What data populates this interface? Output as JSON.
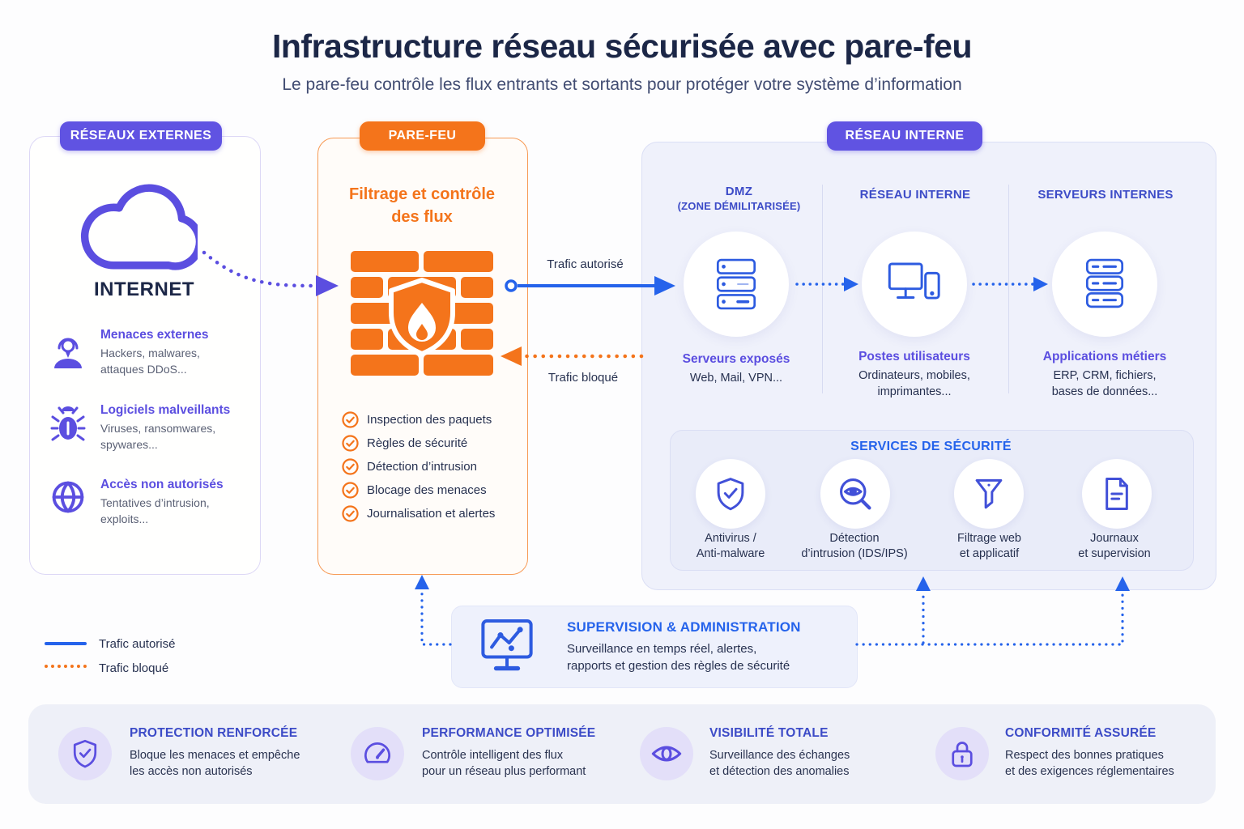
{
  "header": {
    "title": "Infrastructure réseau sécurisée avec pare-feu",
    "subtitle": "Le pare-feu contrôle les flux entrants et sortants pour protéger votre système d’information"
  },
  "external": {
    "badge": "RÉSEAUX EXTERNES",
    "internet_label": "INTERNET",
    "threats": [
      {
        "icon": "hacker-icon",
        "title": "Menaces externes",
        "desc": "Hackers, malwares,\nattaques DDoS..."
      },
      {
        "icon": "bug-icon",
        "title": "Logiciels malveillants",
        "desc": "Viruses, ransomwares,\nspywares..."
      },
      {
        "icon": "globe-icon",
        "title": "Accès non autorisés",
        "desc": "Tentatives d’intrusion,\nexploits..."
      }
    ]
  },
  "firewall": {
    "badge": "PARE-FEU",
    "title": "Filtrage et contrôle\ndes flux",
    "features": [
      "Inspection des paquets",
      "Règles de sécurité",
      "Détection d’intrusion",
      "Blocage des menaces",
      "Journalisation et alertes"
    ]
  },
  "flows": {
    "allowed": "Trafic autorisé",
    "blocked": "Trafic bloqué"
  },
  "internal": {
    "badge": "RÉSEAU INTERNE",
    "zones": [
      {
        "icon": "exposed-servers-icon",
        "header": "DMZ",
        "subheader": "(ZONE DÉMILITARISÉE)",
        "title": "Serveurs exposés",
        "desc": "Web, Mail, VPN..."
      },
      {
        "icon": "workstations-icon",
        "header": "RÉSEAU INTERNE",
        "subheader": "",
        "title": "Postes utilisateurs",
        "desc": "Ordinateurs, mobiles,\nimprimantes..."
      },
      {
        "icon": "internal-servers-icon",
        "header": "SERVEURS INTERNES",
        "subheader": "",
        "title": "Applications métiers",
        "desc": "ERP, CRM, fichiers,\nbases de données..."
      }
    ],
    "services": {
      "title": "SERVICES DE SÉCURITÉ",
      "items": [
        {
          "icon": "shield-check-icon",
          "label": "Antivirus /\nAnti-malware"
        },
        {
          "icon": "intrusion-detection-icon",
          "label": "Détection\nd’intrusion (IDS/IPS)"
        },
        {
          "icon": "web-filter-icon",
          "label": "Filtrage web\net applicatif"
        },
        {
          "icon": "logs-icon",
          "label": "Journaux\net supervision"
        }
      ]
    }
  },
  "supervision": {
    "title": "SUPERVISION & ADMINISTRATION",
    "desc": "Surveillance en temps réel, alertes,\nrapports et gestion des règles de sécurité"
  },
  "legend": {
    "allowed": "Trafic autorisé",
    "blocked": "Trafic bloqué"
  },
  "benefits": [
    {
      "icon": "shield-check-icon",
      "title": "PROTECTION RENFORCÉE",
      "desc": "Bloque les menaces et empêche\nles accès non autorisés"
    },
    {
      "icon": "gauge-icon",
      "title": "PERFORMANCE OPTIMISÉE",
      "desc": "Contrôle intelligent des flux\npour un réseau plus performant"
    },
    {
      "icon": "eye-icon",
      "title": "VISIBILITÉ TOTALE",
      "desc": "Surveillance des échanges\net détection des anomalies"
    },
    {
      "icon": "lock-icon",
      "title": "CONFORMITÉ ASSURÉE",
      "desc": "Respect des bonnes pratiques\net des exigences réglementaires"
    }
  ],
  "colors": {
    "purple": "#5b4ee0",
    "orange": "#f4741b",
    "blue": "#2563eb",
    "indigo": "#3c4bc7",
    "navy": "#1c2747"
  }
}
